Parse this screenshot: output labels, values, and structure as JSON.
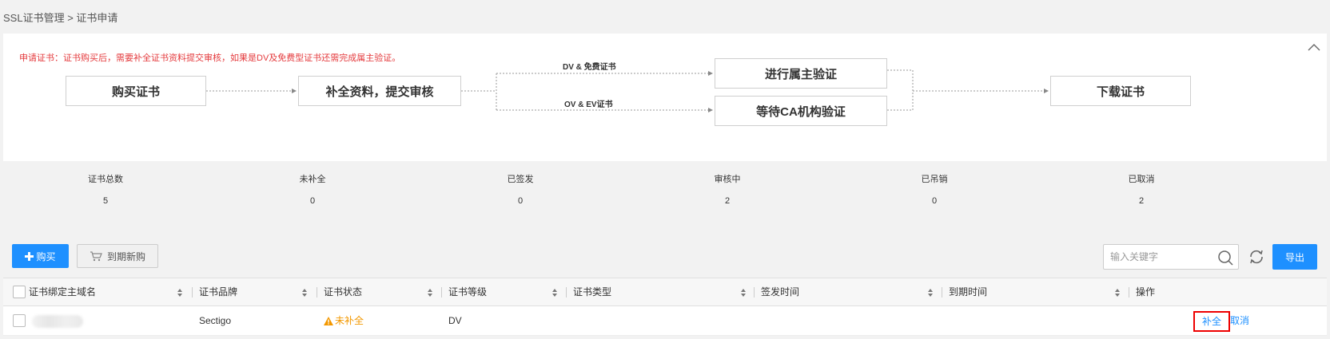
{
  "breadcrumb": {
    "root": "SSL证书管理",
    "separator": ">",
    "current": "证书申请"
  },
  "notice": "申请证书：证书购买后，需要补全证书资料提交审核，如果是DV及免费型证书还需完成属主验证。",
  "flow": {
    "step_buy": "购买证书",
    "step_complete": "补全资料，提交审核",
    "branch_dv_label": "DV & 免费证书",
    "branch_ov_label": "OV & EV证书",
    "step_owner_verify": "进行属主验证",
    "step_ca_verify": "等待CA机构验证",
    "step_download": "下载证书"
  },
  "stats": [
    {
      "label": "证书总数",
      "value": "5"
    },
    {
      "label": "未补全",
      "value": "0"
    },
    {
      "label": "已签发",
      "value": "0"
    },
    {
      "label": "审核中",
      "value": "2"
    },
    {
      "label": "已吊销",
      "value": "0"
    },
    {
      "label": "已取消",
      "value": "2"
    }
  ],
  "toolbar": {
    "buy_label": "购买",
    "renew_label": "到期新购",
    "search_placeholder": "输入关键字",
    "export_label": "导出"
  },
  "table": {
    "headers": [
      "证书绑定主域名",
      "证书品牌",
      "证书状态",
      "证书等级",
      "证书类型",
      "签发时间",
      "到期时间",
      "操作"
    ],
    "rows": [
      {
        "domain": "",
        "brand": "Sectigo",
        "status": "未补全",
        "level": "DV",
        "type": "",
        "issued": "",
        "expires": "",
        "actions": [
          "补全",
          "取消"
        ]
      }
    ]
  },
  "colors": {
    "accent": "#1e90ff",
    "notice_red": "#e4393c",
    "warning_orange": "#f39800",
    "highlight_red": "#ee0000"
  },
  "icons": {
    "buy": "plus-icon",
    "renew": "cart-icon",
    "search": "search-icon",
    "refresh": "refresh-icon",
    "collapse": "chevron-up-icon",
    "status": "warning-icon",
    "sort": "sort-icon"
  }
}
